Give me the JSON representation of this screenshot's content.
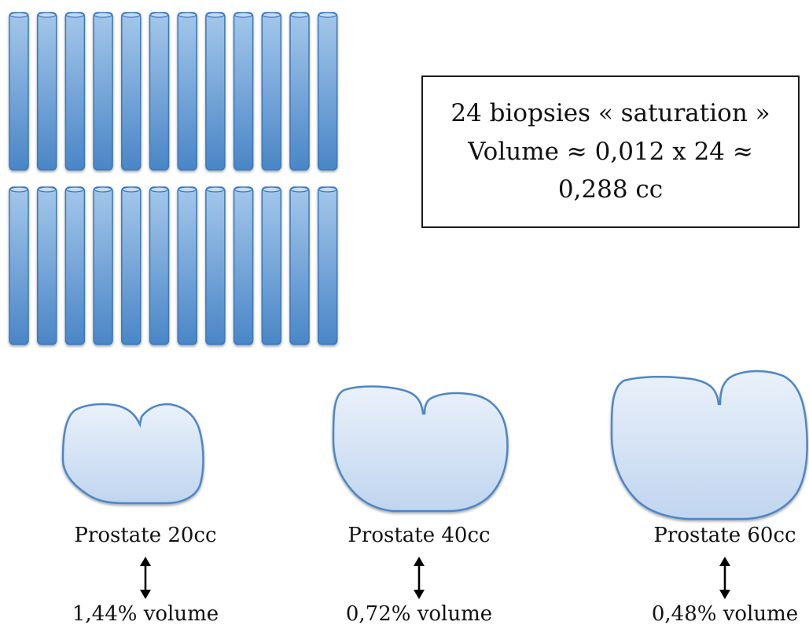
{
  "info_box": {
    "line1": "24 biopsies « saturation »",
    "line2": "Volume ≈ 0,012 x 24 ≈",
    "line3": "0,288 cc"
  },
  "biopsy_cores": {
    "rows": 2,
    "per_row": 12,
    "fill_top": "#9fc3e8",
    "fill_bottom": "#4a86c7",
    "stroke": "#3b78be"
  },
  "prostates": [
    {
      "name": "Prostate 20cc",
      "percent": "1,44% volume"
    },
    {
      "name": "Prostate 40cc",
      "percent": "0,72% volume"
    },
    {
      "name": "Prostate 60cc",
      "percent": "0,48% volume"
    }
  ],
  "colors": {
    "prostate_fill_top": "#e6eef9",
    "prostate_fill_bottom": "#c3d7f0",
    "prostate_stroke": "#4f86c6"
  },
  "icons": {
    "arrow": "double-headed-vertical-arrow-icon"
  }
}
